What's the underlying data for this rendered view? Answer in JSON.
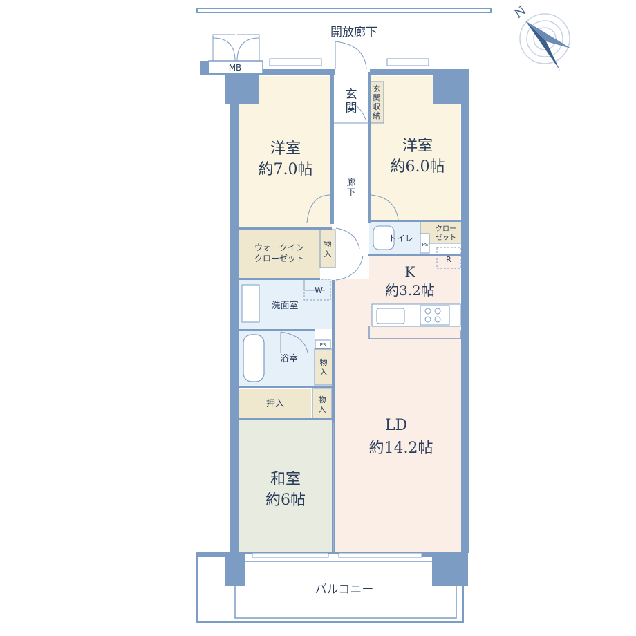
{
  "labels": {
    "corridor_outside": "開放廊下",
    "balcony": "バルコニー",
    "meter_box": "MB",
    "entrance": "玄関",
    "entrance_storage": "玄関収納",
    "hallway": "廊下",
    "western_room_1_name": "洋室",
    "western_room_1_size": "約7.0帖",
    "western_room_2_name": "洋室",
    "western_room_2_size": "約6.0帖",
    "walk_in_closet": "ウォークインクローゼット",
    "walk_in_closet_line1": "ウォークイン",
    "walk_in_closet_line2": "クローゼット",
    "storage_1": "物入",
    "storage_2": "物入",
    "storage_3": "物入",
    "toilet": "トイレ",
    "closet_line1": "クロー",
    "closet_line2": "ゼット",
    "pipe_space": "PS",
    "pipe_space_2": "PS",
    "refrigerator": "R",
    "washer": "W",
    "washroom": "洗面室",
    "bathroom": "浴室",
    "oshiire": "押入",
    "kitchen_name": "K",
    "kitchen_size": "約3.2帖",
    "ld_name": "LD",
    "ld_size": "約14.2帖",
    "japanese_room_name": "和室",
    "japanese_room_size": "約6帖",
    "compass": "N"
  },
  "colors": {
    "wall": "#7d9cc4",
    "wall_outline": "#5b7aa3",
    "western_floor": "#fbf4e0",
    "closet_floor": "#f0e7cf",
    "wet_floor": "#e6f0f8",
    "ld_floor": "#fbeee6",
    "japanese_floor": "#e8ece0",
    "hall_floor": "#ffffff",
    "text": "#2a3d5a"
  }
}
